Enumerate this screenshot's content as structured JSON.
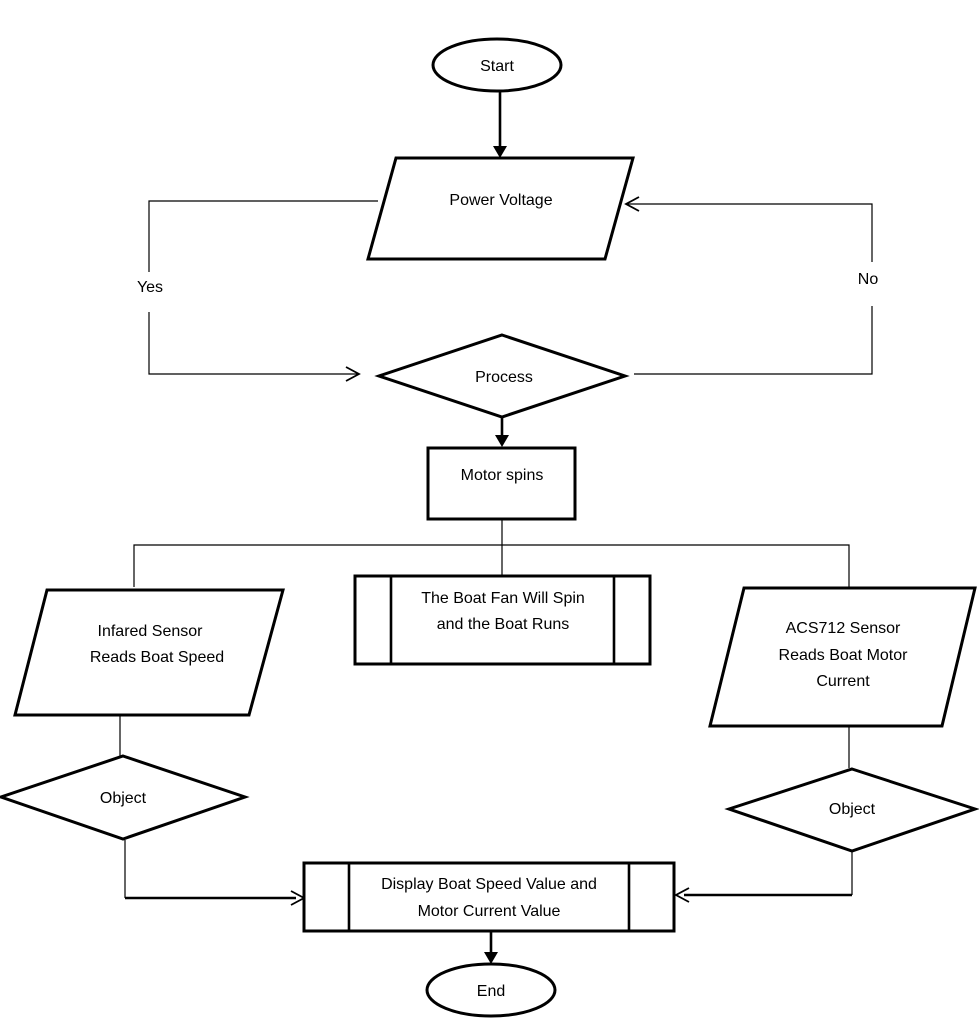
{
  "nodes": {
    "start": "Start",
    "power_voltage": "Power Voltage",
    "process": "Process",
    "motor_spins": "Motor spins",
    "boat_fan": [
      "The Boat Fan Will Spin",
      "and the Boat Runs"
    ],
    "infrared_sensor": [
      "Infared Sensor",
      "Reads Boat Speed"
    ],
    "acs_sensor": [
      "ACS712 Sensor",
      "Reads Boat Motor",
      "Current"
    ],
    "object_left": "Object",
    "object_right": "Object",
    "display": [
      "Display Boat Speed Value and",
      "Motor Current Value"
    ],
    "end": "End"
  },
  "edges": {
    "yes_label": "Yes",
    "no_label": "No"
  }
}
